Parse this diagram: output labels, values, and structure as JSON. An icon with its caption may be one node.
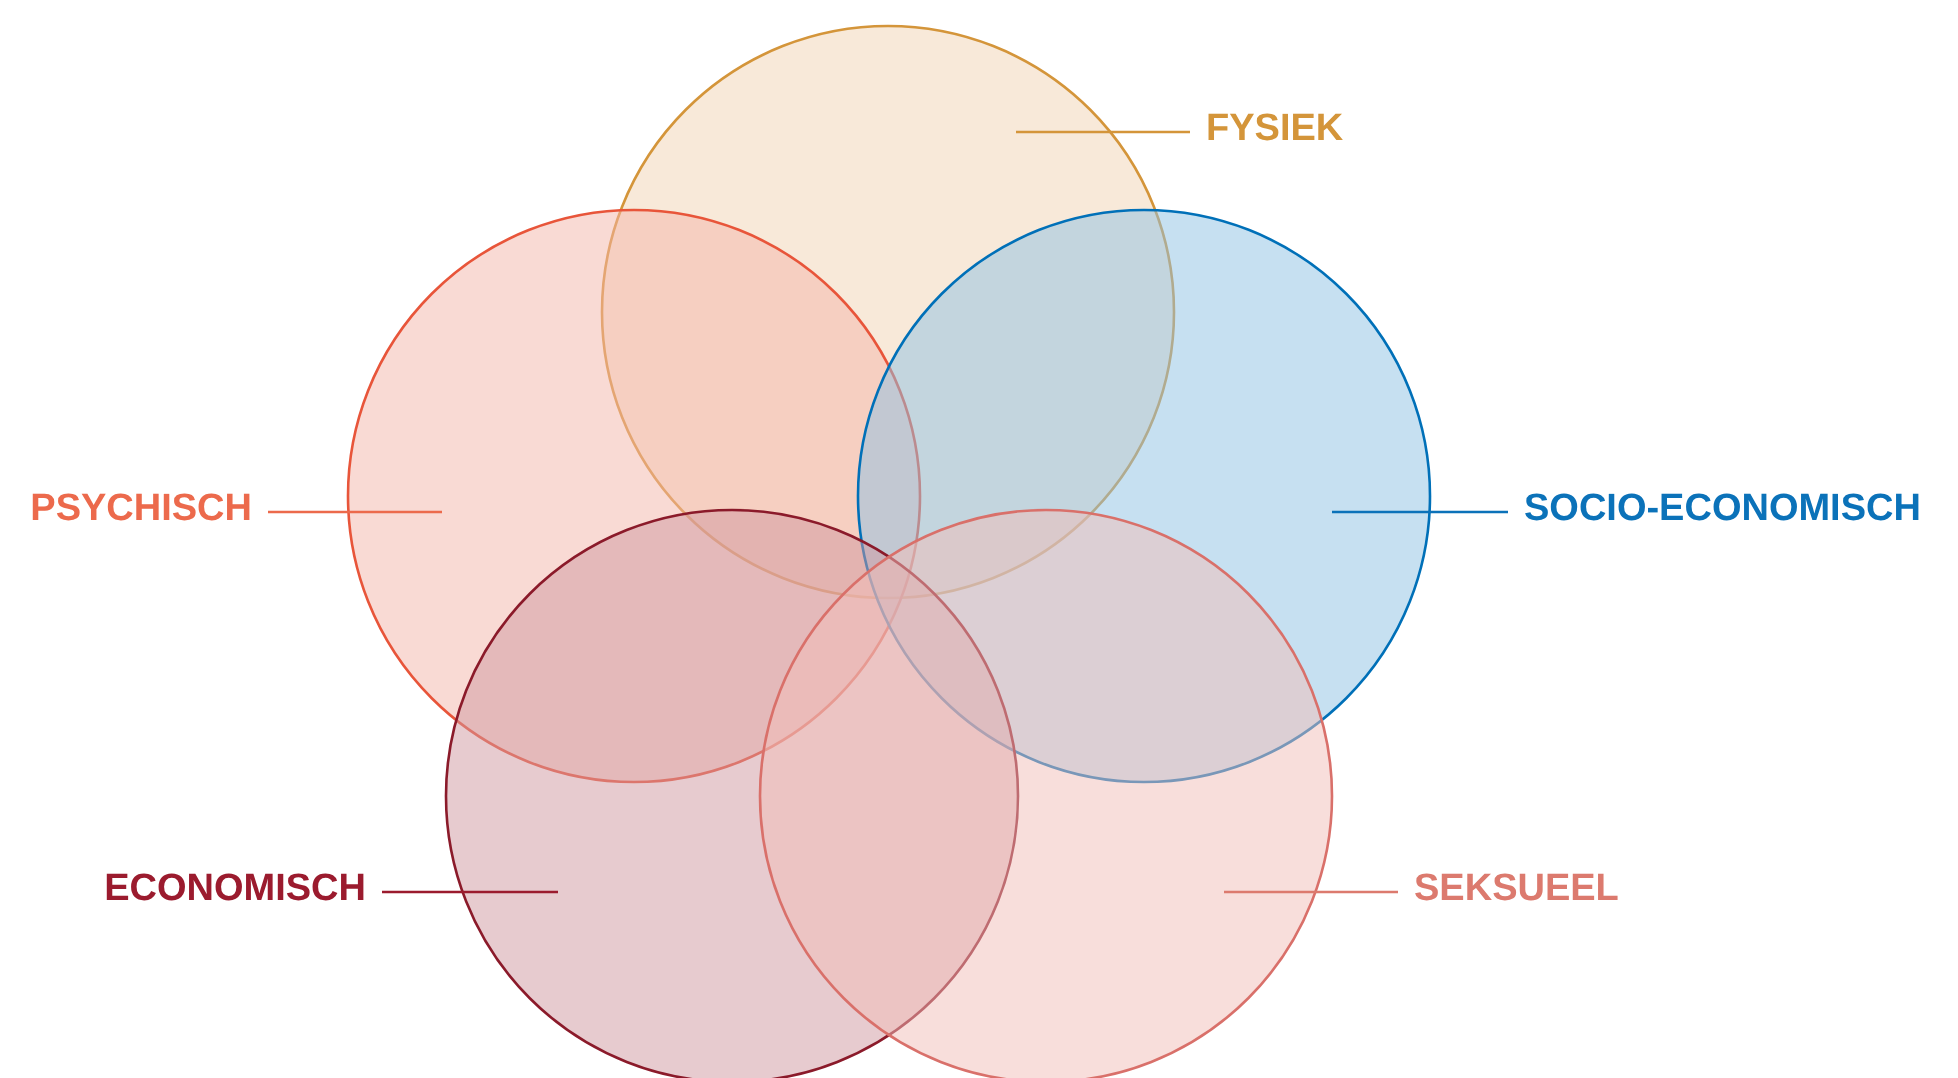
{
  "diagram": {
    "nodes": [
      {
        "text": [
          "FYSIEK"
        ]
      },
      {
        "text": [
          "PSYCHISCH"
        ]
      },
      {
        "text": [
          "SOCIO-ECONOMISCH"
        ]
      },
      {
        "text": [
          "ECONOMISCH"
        ]
      },
      {
        "text": [
          "SEKSUEEL"
        ]
      },
      {
        "text": [],
        "shape": "circle"
      },
      {
        "text": [],
        "shape": "circle"
      },
      {
        "text": [],
        "shape": "circle"
      },
      {
        "text": [],
        "shape": "circle"
      },
      {
        "text": [],
        "shape": "circle"
      }
    ],
    "edges": [
      {
        "from": 0,
        "to": 5,
        "arrow": "none",
        "color": "#d4953a"
      },
      {
        "from": 1,
        "to": 6,
        "arrow": "none",
        "color": "#ec6a4c"
      },
      {
        "from": 2,
        "to": 7,
        "arrow": "none",
        "color": "#0b72b9"
      },
      {
        "from": 3,
        "to": 8,
        "arrow": "none",
        "color": "#9b1b2e"
      },
      {
        "from": 4,
        "to": 9,
        "arrow": "none",
        "color": "#dc7a6e"
      }
    ]
  }
}
